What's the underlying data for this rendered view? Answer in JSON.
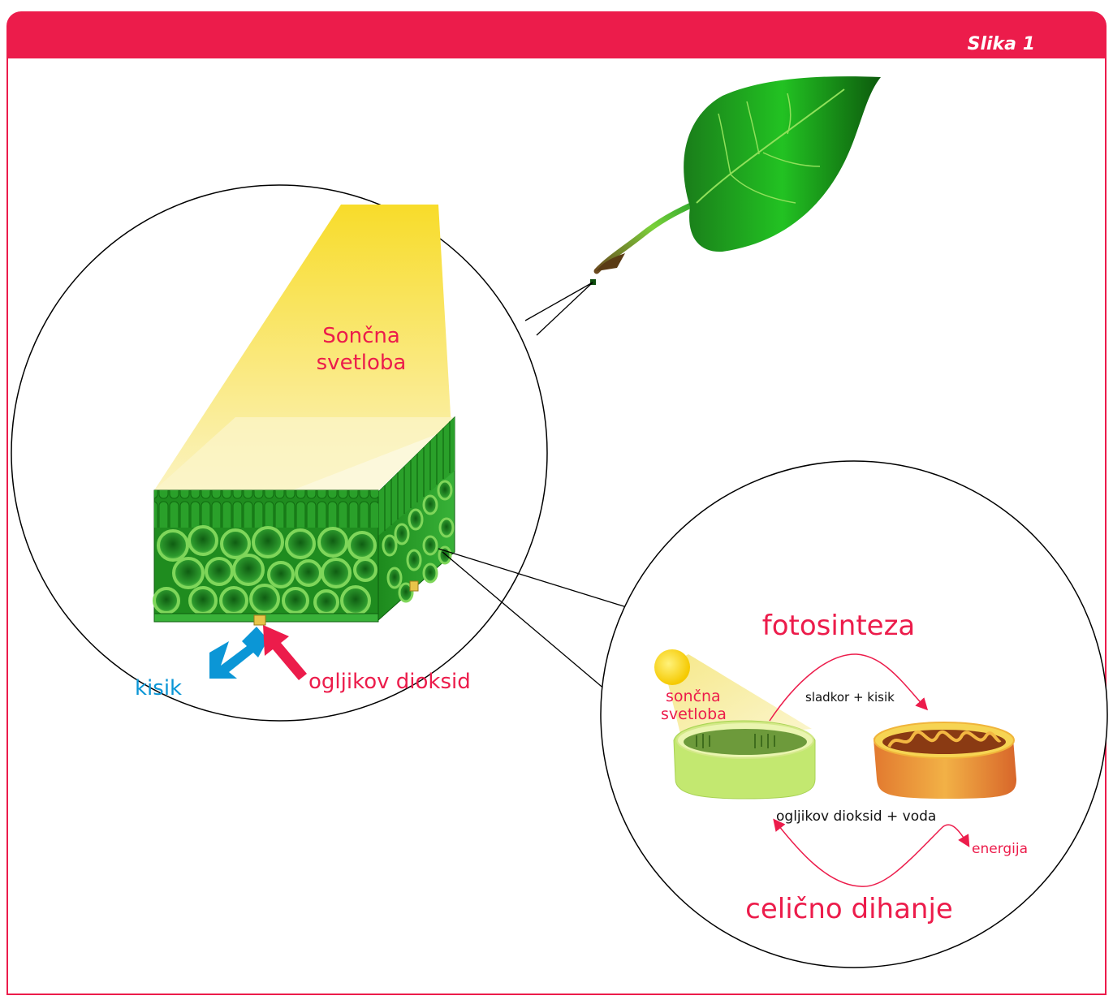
{
  "header": {
    "figure_label": "Slika 1"
  },
  "leaf_zoom": {
    "sunlight_line1": "Sončna",
    "sunlight_line2": "svetloba",
    "oxygen_label": "kisik",
    "co2_label": "ogljikov dioksid"
  },
  "cell_zoom": {
    "title_top": "fotosinteza",
    "sunlight_line1": "sončna",
    "sunlight_line2": "svetloba",
    "products_label": "sladkor + kisik",
    "reactants_label": "ogljikov dioksid + voda",
    "energy_label": "energija",
    "title_bottom": "celično dihanje"
  },
  "colors": {
    "accent": "#ec1c4b",
    "oxygen_blue": "#0b96d6",
    "leaf_green": "#1e9a1e",
    "sun_yellow": "#f7e33a"
  }
}
